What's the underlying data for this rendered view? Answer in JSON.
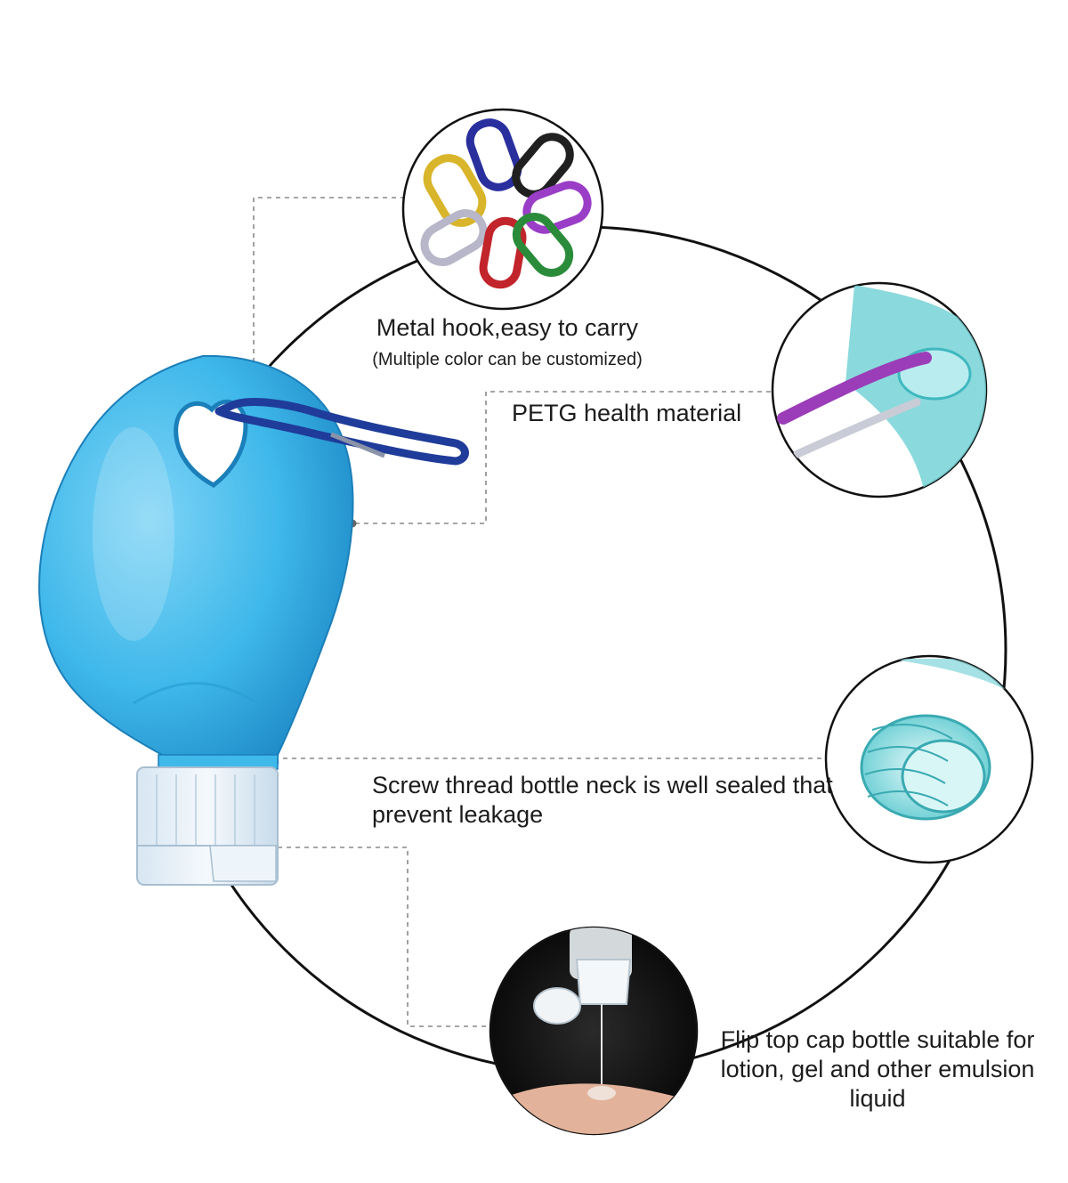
{
  "features": {
    "hook": {
      "title": "Metal hook,easy to carry",
      "subtitle": "(Multiple color can be customized)"
    },
    "material": {
      "title": "PETG health material"
    },
    "neck": {
      "title": "Screw thread bottle neck is well sealed that prevent leakage"
    },
    "cap": {
      "title": "Flip top cap bottle suitable for lotion, gel and other emulsion liquid"
    }
  },
  "colors": {
    "bottle": "#3fb8ea",
    "carabiner": "#1f3c9a",
    "line": "#111111",
    "leader": "#8a8a8a",
    "carabiner_palette": [
      "#d8b52a",
      "#2a2f9e",
      "#202020",
      "#9a3ec8",
      "#b7b7c9",
      "#c2242c",
      "#2a8c3a"
    ]
  },
  "icons": [
    "carabiner-icon",
    "bottle-icon"
  ]
}
